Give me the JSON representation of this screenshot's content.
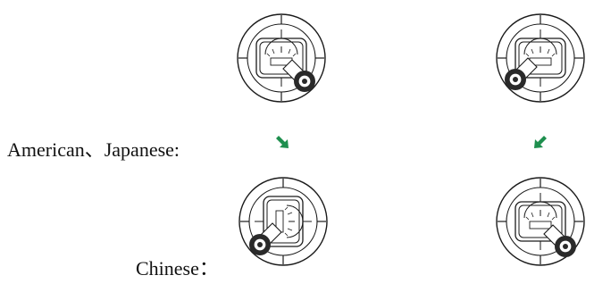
{
  "labels": {
    "american_japanese": "American、Japanese:",
    "chinese": "Chinese："
  },
  "dials": [
    {
      "id": "american-upright",
      "knob_side": "right",
      "rotated": false
    },
    {
      "id": "japanese-upright",
      "knob_side": "left",
      "rotated": false
    },
    {
      "id": "chinese-tilted",
      "knob_side": "left",
      "rotated": true
    },
    {
      "id": "japanese-result",
      "knob_side": "right",
      "rotated": false
    }
  ],
  "arrows": [
    {
      "id": "arrow-american",
      "direction": "down-right"
    },
    {
      "id": "arrow-japanese",
      "direction": "down-left"
    }
  ],
  "colors": {
    "arrow": "#1e8f4e",
    "line": "#1a1a1a",
    "knob": "#2a2a2a",
    "background": "#ffffff"
  }
}
